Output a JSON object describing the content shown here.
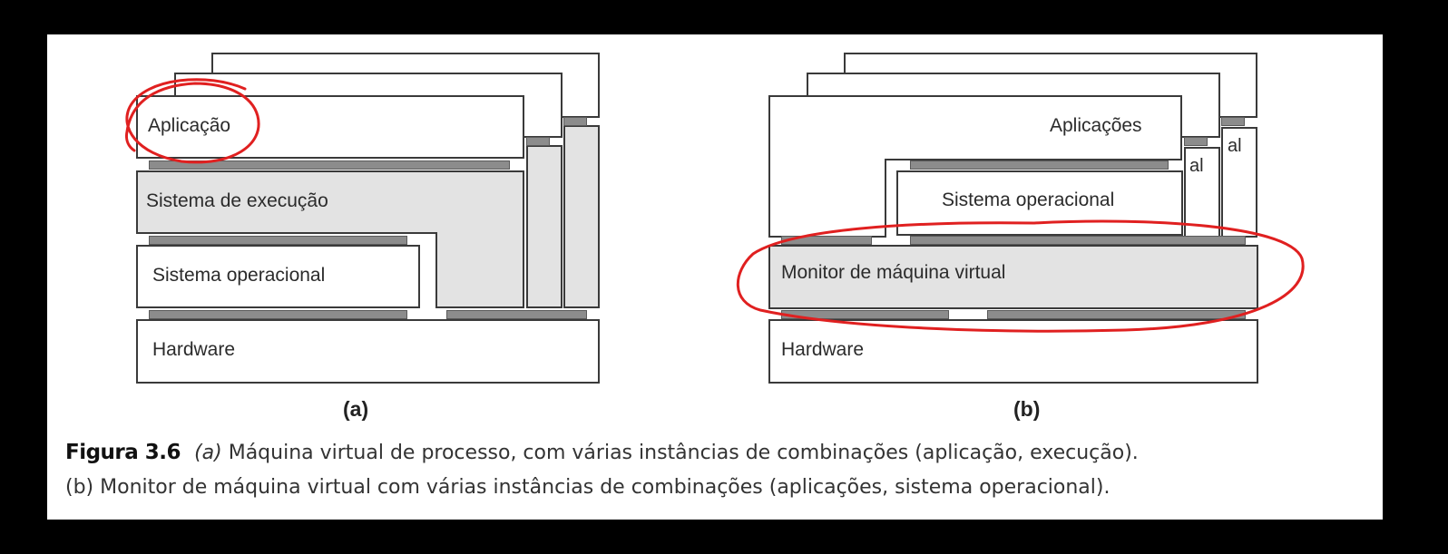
{
  "diagram_a": {
    "application": "Aplicação",
    "runtime": "Sistema de execução",
    "os": "Sistema operacional",
    "hardware": "Hardware",
    "label": "(a)"
  },
  "diagram_b": {
    "applications": "Aplicações",
    "os": "Sistema operacional",
    "vmm": "Monitor de máquina virtual",
    "hardware": "Hardware",
    "label": "(b)",
    "overflow_1": "al",
    "overflow_2": "al"
  },
  "caption": {
    "figure_number": "Figura 3.6",
    "part_a_marker": "(a)",
    "part_a_text": "Máquina virtual de processo, com várias instâncias de combinações (aplicação, execução).",
    "part_b_text": "(b) Monitor de máquina virtual com várias instâncias de combinações (aplicações, sistema operacional)."
  },
  "colors": {
    "background": "#000000",
    "panel": "#ffffff",
    "box_gray": "#e3e3e3",
    "bar": "#8c8c8c",
    "annotation_red": "#e02020"
  }
}
